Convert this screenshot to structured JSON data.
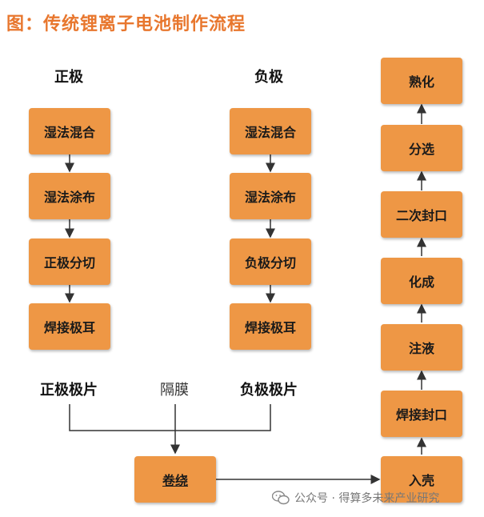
{
  "title": "图：传统锂离子电池制作流程",
  "positive": {
    "heading": "正极",
    "steps": [
      "湿法混合",
      "湿法涂布",
      "正极分切",
      "焊接极耳"
    ],
    "output": "正极极片"
  },
  "negative": {
    "heading": "负极",
    "steps": [
      "湿法混合",
      "湿法涂布",
      "负极分切",
      "焊接极耳"
    ],
    "output": "负极极片"
  },
  "separator": "隔膜",
  "winding": "卷绕",
  "assembly": {
    "steps_bottom_to_top": [
      "入壳",
      "焊接封口",
      "注液",
      "化成",
      "二次封口",
      "分选",
      "熟化"
    ]
  },
  "watermark": "公众号 · 得算多未来产业研究",
  "colors": {
    "title": "#e8772e",
    "box": "#ee9745"
  }
}
